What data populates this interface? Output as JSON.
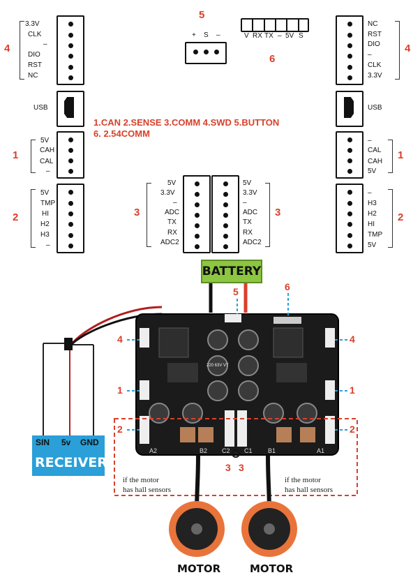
{
  "connectors": {
    "left_swd": [
      "3.3V",
      "CLK",
      "–",
      "DIO",
      "RST",
      "NC"
    ],
    "right_swd": [
      "NC",
      "RST",
      "DIO",
      "–",
      "CLK",
      "3.3V"
    ],
    "usb_label": "USB",
    "left_can": [
      "5V",
      "CAH",
      "CAL",
      "–"
    ],
    "right_can": [
      "–",
      "CAL",
      "CAH",
      "5V"
    ],
    "left_sense": [
      "5V",
      "TMP",
      "HI",
      "H2",
      "H3",
      "–"
    ],
    "right_sense": [
      "–",
      "H3",
      "H2",
      "HI",
      "TMP",
      "5V"
    ],
    "mid_left_comm": [
      "5V",
      "3.3V",
      "–",
      "ADC",
      "TX",
      "RX",
      "ADC2"
    ],
    "mid_right_comm": [
      "5V",
      "3.3V",
      "–",
      "ADC",
      "TX",
      "RX",
      "ADC2"
    ],
    "button_pins": [
      "+",
      "S",
      "–"
    ],
    "comm254_pins": [
      "V",
      "RX",
      "TX",
      "–",
      "5V",
      "S"
    ]
  },
  "numbers": {
    "n4": "4",
    "n1": "1",
    "n2": "2",
    "n3": "3",
    "n5": "5",
    "n6": "6"
  },
  "legend": {
    "line1": "1.CAN  2.SENSE  3.COMM  4.SWD  5.BUTTON",
    "line2": "6. 2.54COMM"
  },
  "photo": {
    "battery": "BATTERY",
    "receiver_pins": [
      "SIN",
      "5v",
      "GND"
    ],
    "receiver": "RECEIVER",
    "hall_note_left_1": "if the motor",
    "hall_note_left_2": "has hall sensors",
    "hall_note_right_1": "if the motor",
    "hall_note_right_2": "has hall sensors",
    "motor_left": "MOTOR",
    "motor_right": "MOTOR",
    "board_labels": [
      "A2",
      "B2",
      "C2",
      "C1",
      "B1",
      "A1"
    ],
    "cap_text": "220 63V VT",
    "callouts": [
      "4",
      "1",
      "2",
      "5",
      "6",
      "3",
      "3",
      "4",
      "1",
      "2"
    ]
  },
  "colors": {
    "accent_red": "#d8402b",
    "battery_green": "#8dc641",
    "receiver_blue": "#2a9fd8",
    "motor_orange": "#e8743b"
  }
}
